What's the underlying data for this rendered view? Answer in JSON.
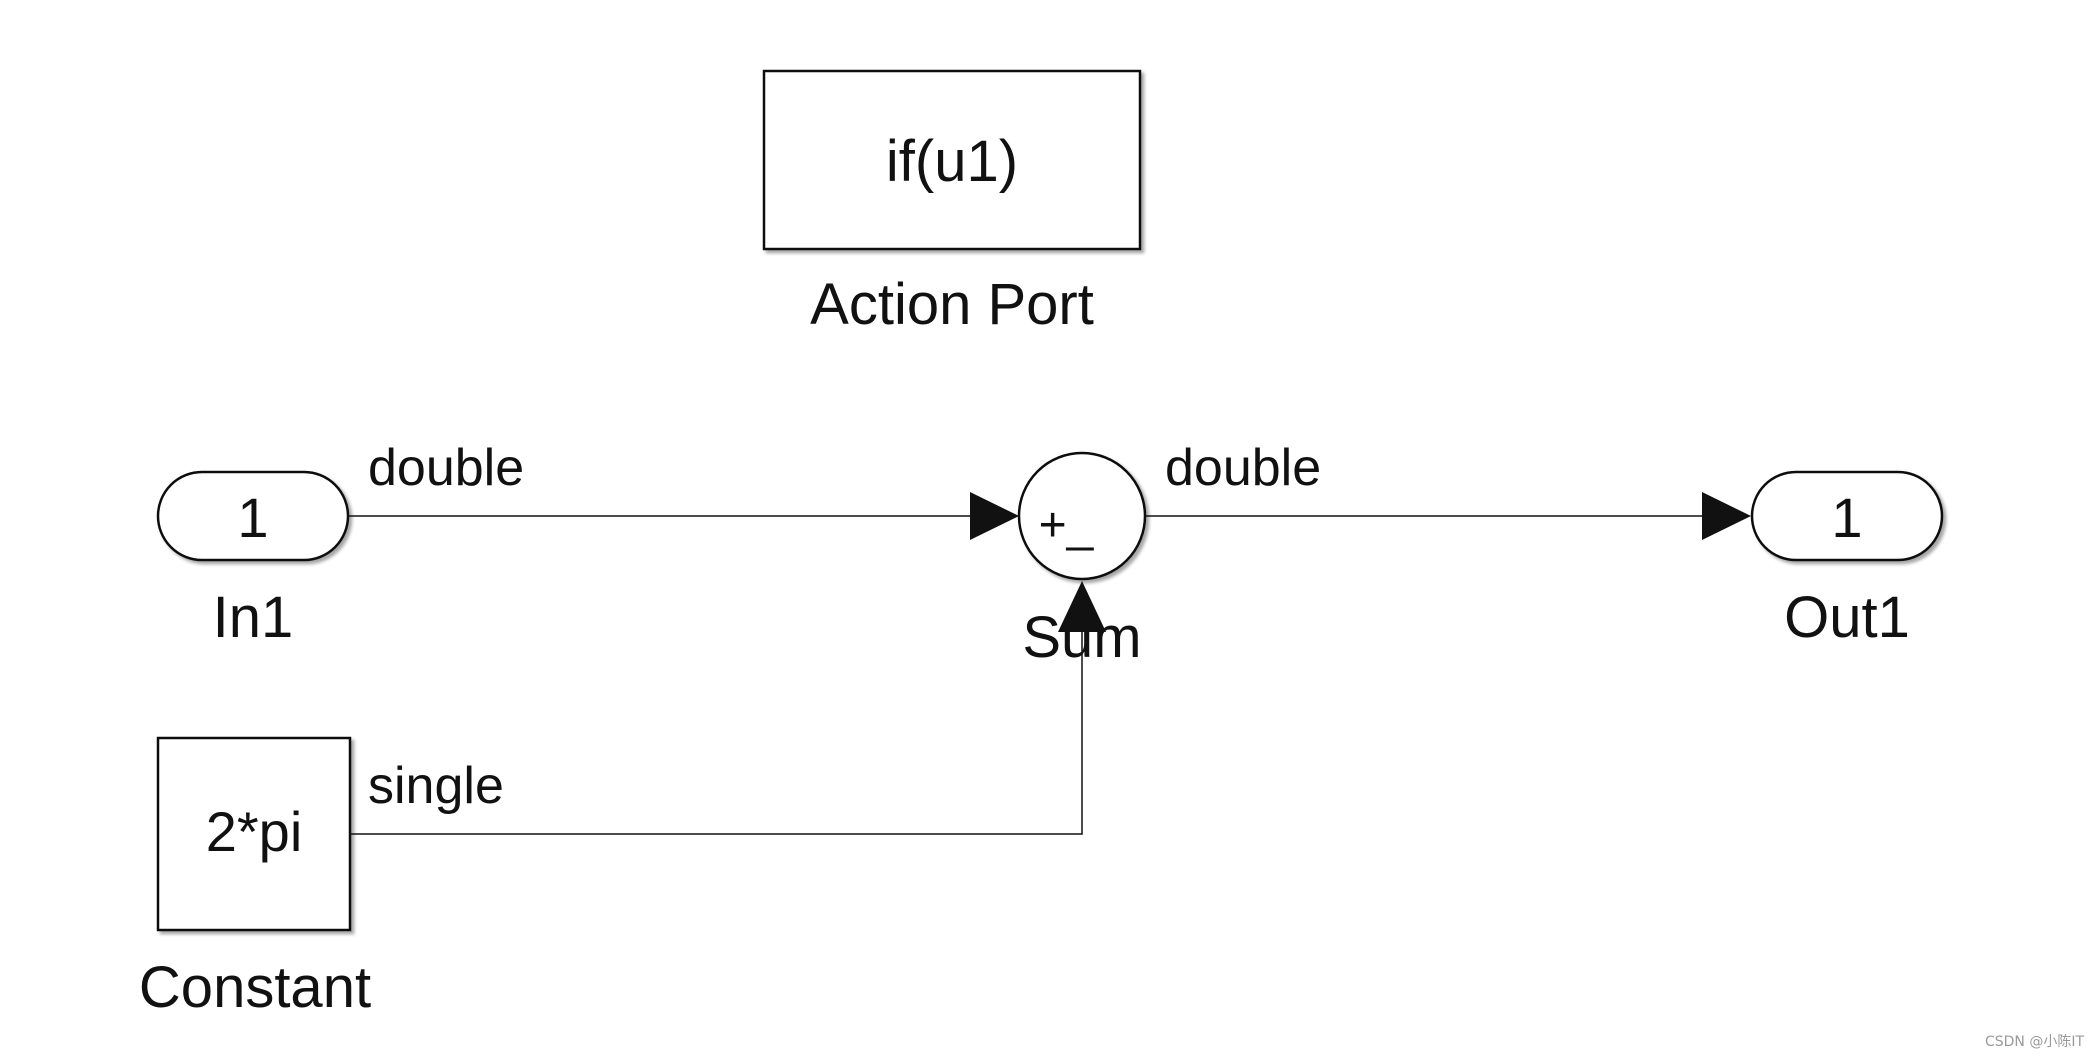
{
  "blocks": {
    "action_port": {
      "text": "if(u1)",
      "name": "Action Port"
    },
    "in1": {
      "text": "1",
      "name": "In1"
    },
    "sum": {
      "signs": "+_",
      "name": "Sum"
    },
    "out1": {
      "text": "1",
      "name": "Out1"
    },
    "constant": {
      "text": "2*pi",
      "name": "Constant"
    }
  },
  "signals": {
    "in1_to_sum": "double",
    "sum_to_out1": "double",
    "constant_to_sum": "single"
  },
  "watermark": "CSDN @小陈IT"
}
